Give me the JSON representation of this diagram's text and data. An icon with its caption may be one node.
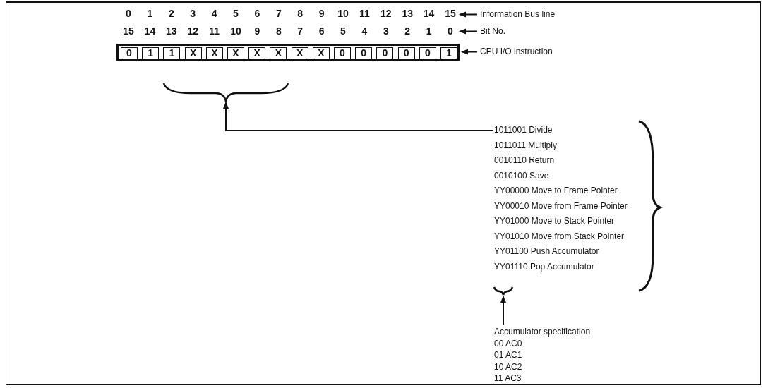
{
  "diagram": {
    "nodes": [
      {
        "text": [
          "0",
          "1",
          "2",
          "3",
          "4",
          "5",
          "6",
          "7",
          "8",
          "9",
          "10",
          "11",
          "12",
          "13",
          "14",
          "15"
        ]
      },
      {
        "text": [
          "Information Bus line"
        ]
      },
      {
        "text": [
          "15",
          "14",
          "13",
          "12",
          "11",
          "10",
          "9",
          "8",
          "7",
          "6",
          "5",
          "4",
          "3",
          "2",
          "1",
          "0"
        ]
      },
      {
        "text": [
          "Bit No."
        ]
      },
      {
        "text": [],
        "shape": "box"
      },
      {
        "text": [
          "0"
        ],
        "in": 4
      },
      {
        "text": [
          "1"
        ],
        "in": 4
      },
      {
        "text": [
          "1"
        ],
        "in": 4
      },
      {
        "text": [
          "X"
        ],
        "in": 4
      },
      {
        "text": [
          "X"
        ],
        "in": 4
      },
      {
        "text": [
          "X"
        ],
        "in": 4
      },
      {
        "text": [
          "X"
        ],
        "in": 4
      },
      {
        "text": [
          "X"
        ],
        "in": 4
      },
      {
        "text": [
          "X"
        ],
        "in": 4
      },
      {
        "text": [
          "X"
        ],
        "in": 4
      },
      {
        "text": [
          "0"
        ],
        "in": 4
      },
      {
        "text": [
          "0"
        ],
        "in": 4
      },
      {
        "text": [
          "0"
        ],
        "in": 4
      },
      {
        "text": [
          "0"
        ],
        "in": 4
      },
      {
        "text": [
          "0"
        ],
        "in": 4
      },
      {
        "text": [
          "1"
        ],
        "in": 4
      },
      {
        "text": [
          "CPU I/O instruction"
        ]
      },
      {
        "text": [],
        "shape": "brace"
      },
      {
        "text": [
          "1011001 Divide",
          "1011011 Multiply",
          "0010110 Return",
          "0010100 Save",
          "YY00000 Move to Frame Pointer",
          "YY00010 Move from Frame Pointer",
          "YY01000 Move to Stack Pointer",
          "YY01010 Move from Stack Pointer",
          "YY01100 Push Accumulator",
          "YY01110 Pop Accumulator"
        ]
      },
      {
        "text": [],
        "shape": "brace"
      },
      {
        "text": [
          "Accumulator specification",
          "00 AC0",
          "01 AC1",
          "10 AC2",
          "11 AC3"
        ]
      }
    ],
    "edges": [
      {
        "from": 1,
        "to": 0,
        "arrow": "to"
      },
      {
        "from": 3,
        "to": 2,
        "arrow": "to"
      },
      {
        "from": 21,
        "to": 4,
        "arrow": "to"
      },
      {
        "from": 23,
        "to": 22,
        "arrow": "to"
      },
      {
        "from": 25,
        "to": 24,
        "arrow": "to"
      }
    ]
  }
}
